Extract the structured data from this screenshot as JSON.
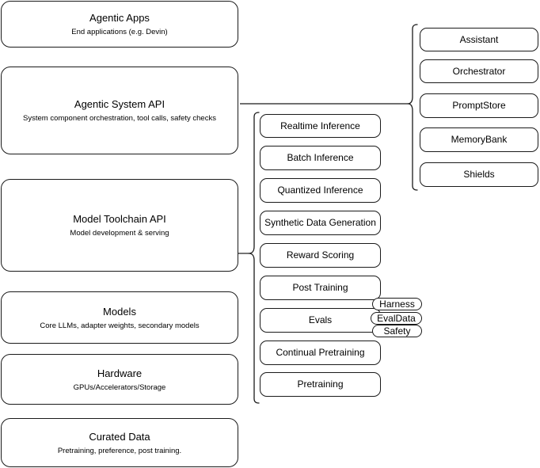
{
  "diagram": {
    "title": "AI Stack Layered Architecture",
    "stroke_color": "#1a1a1a",
    "background_color": "#ffffff"
  },
  "layers": [
    {
      "id": "agentic-apps",
      "title": "Agentic Apps",
      "subtitle": "End applications (e.g. Devin)"
    },
    {
      "id": "agentic-system-api",
      "title": "Agentic System API",
      "subtitle": "System component orchestration, tool calls, safety checks"
    },
    {
      "id": "model-toolchain-api",
      "title": "Model Toolchain API",
      "subtitle": "Model development & serving"
    },
    {
      "id": "models",
      "title": "Models",
      "subtitle": "Core LLMs, adapter weights, secondary models"
    },
    {
      "id": "hardware",
      "title": "Hardware",
      "subtitle": "GPUs/Accelerators/Storage"
    },
    {
      "id": "curated-data",
      "title": "Curated Data",
      "subtitle": "Pretraining, preference, post training."
    }
  ],
  "agentic_components": [
    {
      "id": "assistant",
      "label": "Assistant"
    },
    {
      "id": "orchestrator",
      "label": "Orchestrator"
    },
    {
      "id": "promptstore",
      "label": "PromptStore"
    },
    {
      "id": "memorybank",
      "label": "MemoryBank"
    },
    {
      "id": "shields",
      "label": "Shields"
    }
  ],
  "toolchain_components": [
    {
      "id": "realtime-inference",
      "label": "Realtime Inference"
    },
    {
      "id": "batch-inference",
      "label": "Batch Inference"
    },
    {
      "id": "quantized-inference",
      "label": "Quantized Inference"
    },
    {
      "id": "synthetic-data-generation",
      "label": "Synthetic Data Generation"
    },
    {
      "id": "reward-scoring",
      "label": "Reward Scoring"
    },
    {
      "id": "post-training",
      "label": "Post Training"
    },
    {
      "id": "evals",
      "label": "Evals"
    },
    {
      "id": "continual-pretraining",
      "label": "Continual Pretraining"
    },
    {
      "id": "pretraining",
      "label": "Pretraining"
    }
  ],
  "evals_subcomponents": [
    {
      "id": "harness",
      "label": "Harness"
    },
    {
      "id": "evaldata",
      "label": "EvalData"
    },
    {
      "id": "safety",
      "label": "Safety"
    }
  ]
}
